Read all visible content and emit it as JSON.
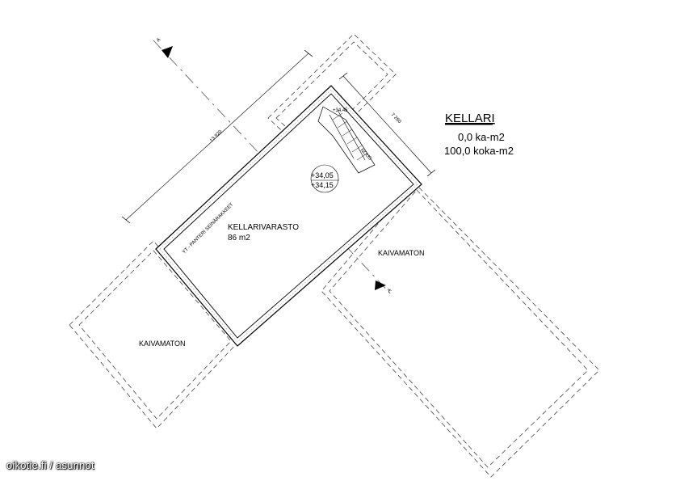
{
  "legend": {
    "title": "KELLARI",
    "line1": "0,0 ka-m2",
    "line2": "100,0 koka-m2"
  },
  "room": {
    "name": "KELLARIVARASTO",
    "area": "86 m2"
  },
  "levels": {
    "upper": "+34,05",
    "lower": "+34,15",
    "stair_top": "+34,45"
  },
  "dimensions": {
    "long": "13 920",
    "short": "7 260"
  },
  "zones": {
    "lower_left": "KAIVAMATON",
    "right": "KAIVAMATON"
  },
  "section_marks": {
    "top": "A",
    "bottom": "A"
  },
  "notes": {
    "wall": "YT - PANTERI SEINÄRAKKEET",
    "stair": "NOUS"
  },
  "watermark": "oikotie.fi / asunnot"
}
